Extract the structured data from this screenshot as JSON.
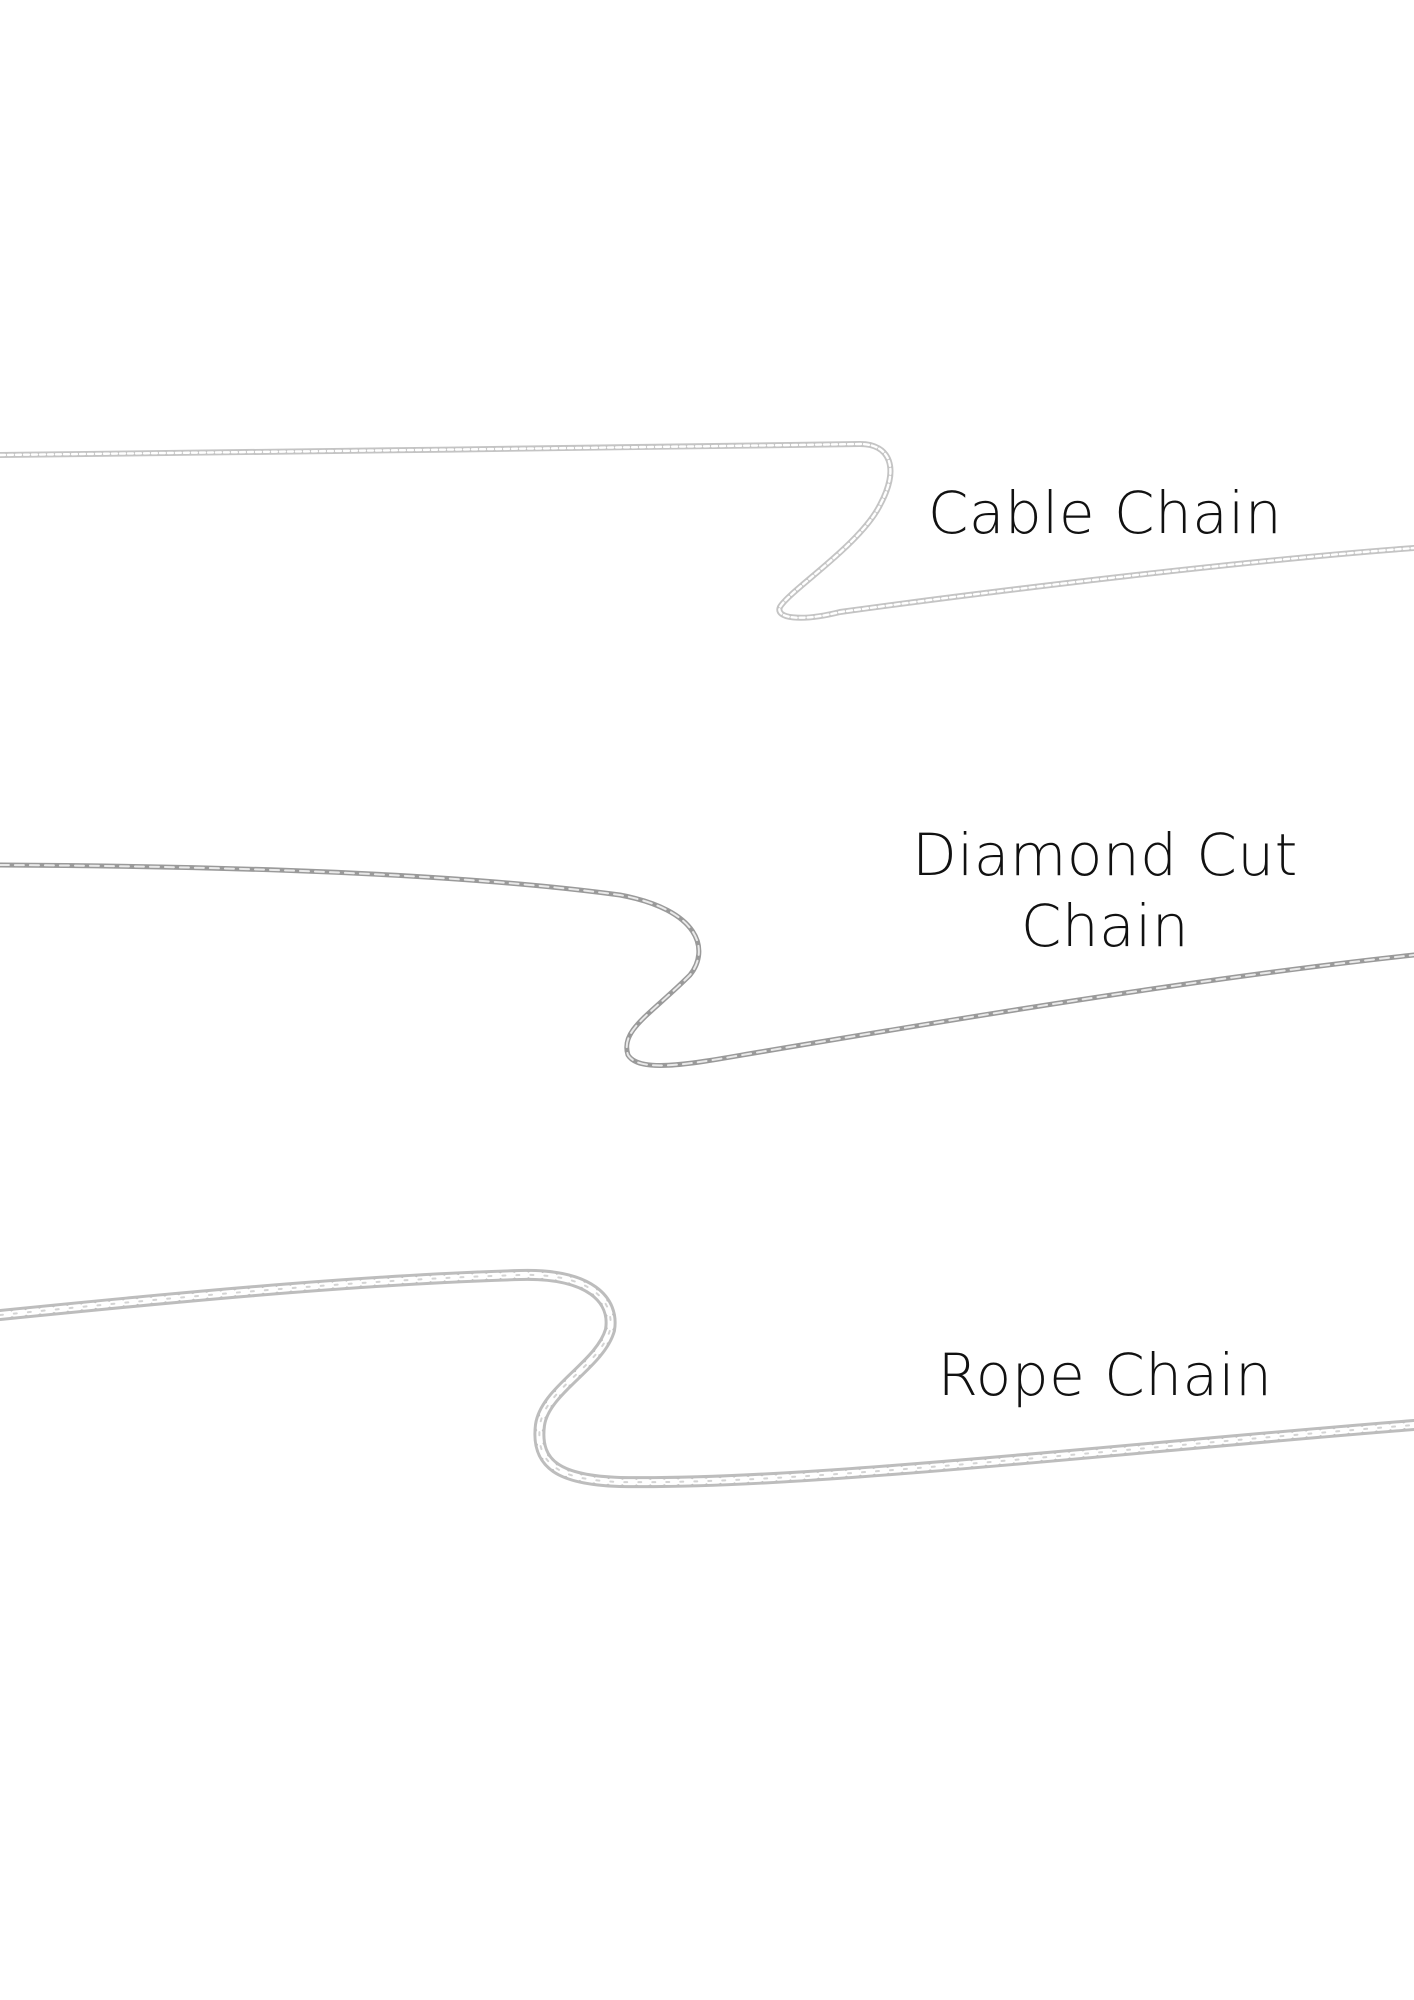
{
  "labels": {
    "cable": "Cable Chain",
    "diamond": "Diamond Cut\nChain",
    "rope": "Rope Chain"
  },
  "colors": {
    "background": "#ffffff",
    "text": "#111111",
    "chain_silver": "#b8b8b8",
    "chain_highlight": "#e8e8e8"
  }
}
